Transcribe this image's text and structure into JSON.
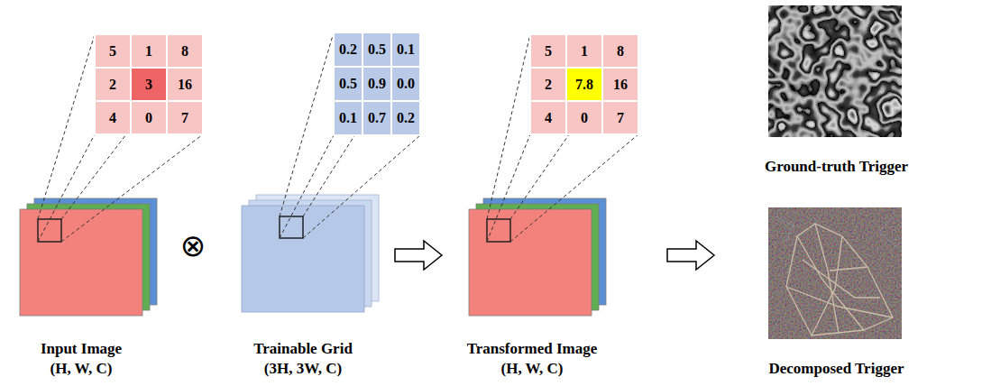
{
  "diagram": {
    "nodes": [
      {
        "text": [
          "Input Image",
          "(H, W, C)"
        ]
      },
      {
        "text": [
          "Trainable Grid",
          "(3H, 3W, C)"
        ]
      },
      {
        "text": [
          "Transformed Image",
          "(H, W, C)"
        ]
      },
      {
        "text": [
          "Ground-truth Trigger"
        ]
      },
      {
        "text": [
          "Decomposed Trigger"
        ]
      }
    ],
    "edges": [
      {
        "from": 1,
        "to": 2,
        "arrow": "to"
      },
      {
        "from": 2,
        "to": 4,
        "arrow": "to"
      }
    ],
    "labels": [
      "5",
      "1",
      "8",
      "2",
      "3",
      "16",
      "4",
      "0",
      "7",
      "⊗",
      "0.2",
      "0.5",
      "0.1",
      "0.5",
      "0.9",
      "0.0",
      "0.1",
      "0.7",
      "0.2",
      "5",
      "1",
      "8",
      "2",
      "7.8",
      "16",
      "4",
      "0",
      "7"
    ]
  }
}
